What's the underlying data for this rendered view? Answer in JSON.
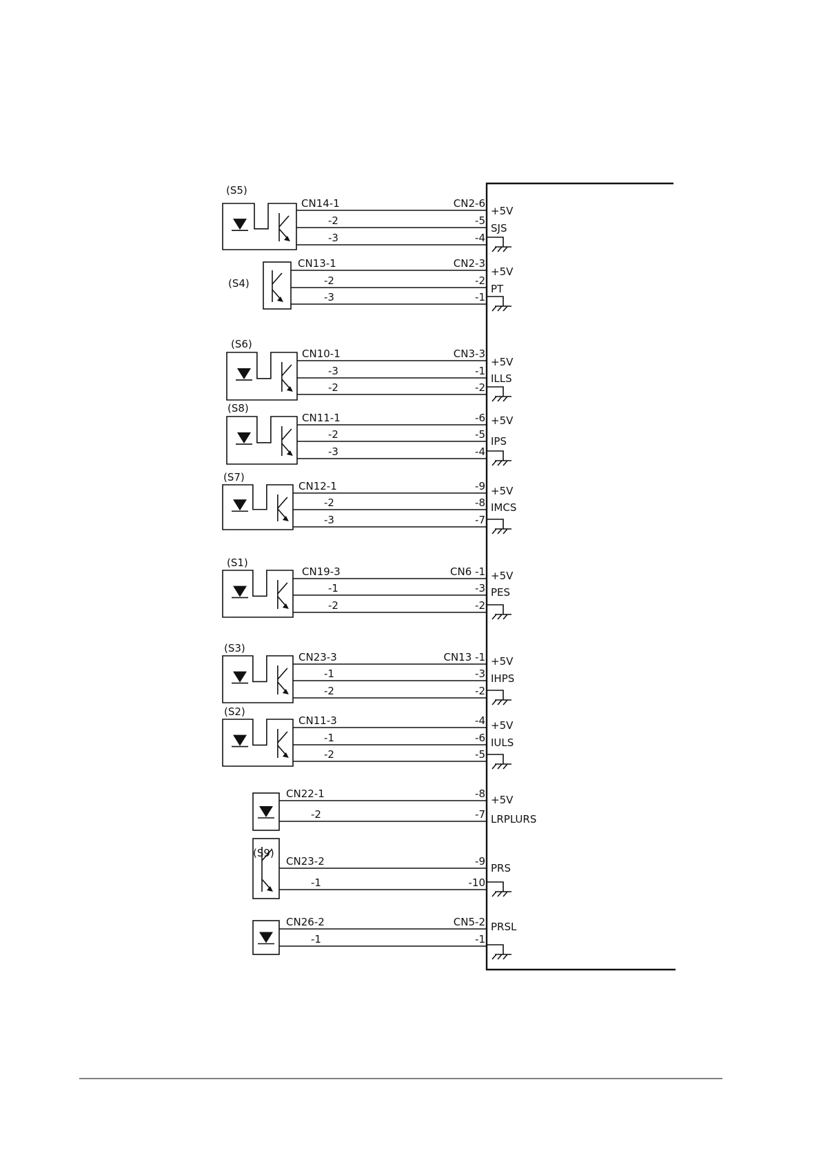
{
  "sensors": [
    {
      "id": "S5",
      "type": "photo-interrupter",
      "label": "(S5)",
      "lines": [
        {
          "left": "CN14-1",
          "right": "CN2-6"
        },
        {
          "left": "-2",
          "right": "-5"
        },
        {
          "left": "-3",
          "right": "-4"
        }
      ],
      "signals": [
        "+5V",
        "SJS"
      ]
    },
    {
      "id": "S4",
      "type": "transistor",
      "label": "(S4)",
      "lines": [
        {
          "left": "CN13-1",
          "right": "CN2-3"
        },
        {
          "left": "-2",
          "right": "-2"
        },
        {
          "left": "-3",
          "right": "-1"
        }
      ],
      "signals": [
        "+5V",
        "PT"
      ]
    },
    {
      "id": "S6",
      "type": "photo-interrupter",
      "label": "(S6)",
      "lines": [
        {
          "left": "CN10-1",
          "right": "CN3-3"
        },
        {
          "left": "-3",
          "right": "-1"
        },
        {
          "left": "-2",
          "right": "-2"
        }
      ],
      "signals": [
        "+5V",
        "ILLS"
      ]
    },
    {
      "id": "S8",
      "type": "photo-interrupter",
      "label": "(S8)",
      "lines": [
        {
          "left": "CN11-1",
          "right": "-6"
        },
        {
          "left": "-2",
          "right": "-5"
        },
        {
          "left": "-3",
          "right": "-4"
        }
      ],
      "signals": [
        "+5V",
        "IPS"
      ]
    },
    {
      "id": "S7",
      "type": "photo-interrupter",
      "label": "(S7)",
      "lines": [
        {
          "left": "CN12-1",
          "right": "-9"
        },
        {
          "left": "-2",
          "right": "-8"
        },
        {
          "left": "-3",
          "right": "-7"
        }
      ],
      "signals": [
        "+5V",
        "IMCS"
      ]
    },
    {
      "id": "S1",
      "type": "photo-interrupter",
      "label": "(S1)",
      "lines": [
        {
          "left": "CN19-3",
          "right": "CN6 -1"
        },
        {
          "left": "-1",
          "right": "-3"
        },
        {
          "left": "-2",
          "right": "-2"
        }
      ],
      "signals": [
        "+5V",
        "PES"
      ]
    },
    {
      "id": "S3",
      "type": "photo-interrupter",
      "label": "(S3)",
      "lines": [
        {
          "left": "CN23-3",
          "right": "CN13 -1"
        },
        {
          "left": "-1",
          "right": "-3"
        },
        {
          "left": "-2",
          "right": "-2"
        }
      ],
      "signals": [
        "+5V",
        "IHPS"
      ]
    },
    {
      "id": "S2",
      "type": "photo-interrupter",
      "label": "(S2)",
      "lines": [
        {
          "left": "CN11-3",
          "right": "-4"
        },
        {
          "left": "-1",
          "right": "-6"
        },
        {
          "left": "-2",
          "right": "-5"
        }
      ],
      "signals": [
        "+5V",
        "IULS"
      ]
    },
    {
      "id": "LRPLURS",
      "type": "led",
      "label": "",
      "lines": [
        {
          "left": "CN22-1",
          "right": "-8"
        },
        {
          "left": "-2",
          "right": "-7"
        }
      ],
      "signals": [
        "+5V",
        "LRPLURS"
      ]
    },
    {
      "id": "S9",
      "type": "transistor",
      "label": "(S9)",
      "lines": [
        {
          "left": "CN23-2",
          "right": "-9"
        },
        {
          "left": "-1",
          "right": "-10"
        }
      ],
      "signals": [
        "PRS"
      ]
    },
    {
      "id": "PRSL",
      "type": "led",
      "label": "",
      "lines": [
        {
          "left": "CN26-2",
          "right": "CN5-2"
        },
        {
          "left": "-1",
          "right": "-1"
        }
      ],
      "signals": [
        "PRSL"
      ]
    }
  ]
}
